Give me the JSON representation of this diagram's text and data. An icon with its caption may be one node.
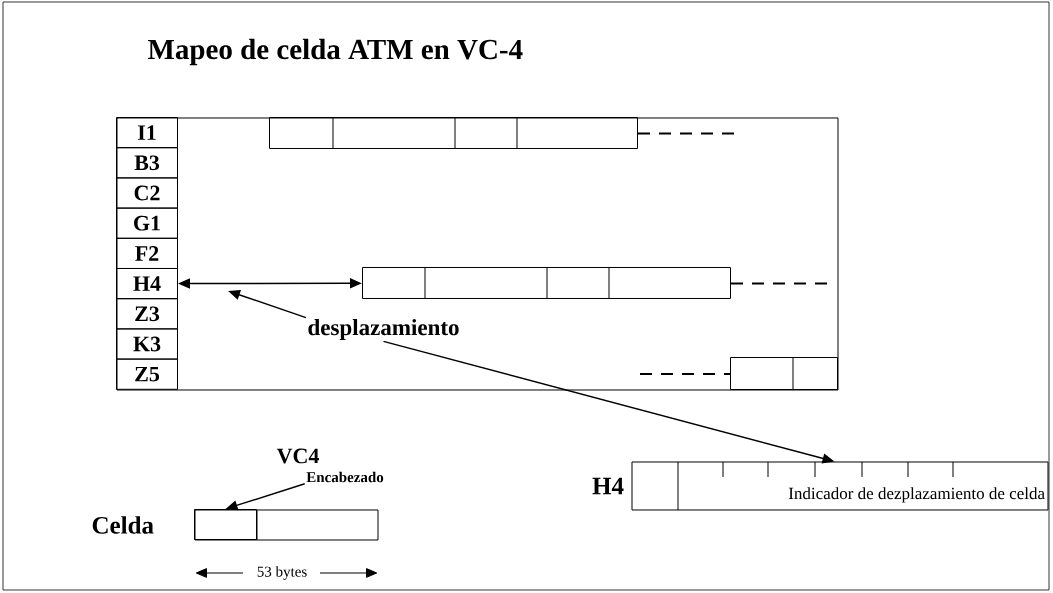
{
  "diagram": {
    "title": "Mapeo de celda ATM en VC-4",
    "nodes": [
      {
        "text": [],
        "shape": "box"
      },
      {
        "text": [
          "I1"
        ],
        "in": 0
      },
      {
        "text": [
          "B3"
        ],
        "in": 0
      },
      {
        "text": [
          "C2"
        ],
        "in": 0
      },
      {
        "text": [
          "G1"
        ],
        "in": 0
      },
      {
        "text": [
          "F2"
        ],
        "in": 0
      },
      {
        "text": [
          "H4"
        ],
        "in": 0
      },
      {
        "text": [
          "Z3"
        ],
        "in": 0
      },
      {
        "text": [
          "K3"
        ],
        "in": 0
      },
      {
        "text": [
          "Z5"
        ],
        "in": 0
      },
      {
        "text": [],
        "shape": "box",
        "in": 0
      },
      {
        "text": [],
        "shape": "box",
        "in": 0
      },
      {
        "text": [],
        "shape": "box",
        "in": 0
      },
      {
        "text": [
          "desplazamiento"
        ],
        "in": 0
      },
      {
        "text": [
          "Encabezado"
        ]
      },
      {
        "text": [],
        "shape": "box",
        "beside": [
          "Celda"
        ]
      },
      {
        "text": [],
        "shape": "box",
        "in": 15
      },
      {
        "text": [
          "Indicador de dezplazamiento de celda"
        ],
        "beside": [
          "H4"
        ]
      }
    ],
    "edges": [
      {
        "from": 6,
        "to": 11,
        "arrow": "both"
      },
      {
        "from": 13,
        "to": null,
        "arrow": "to"
      },
      {
        "from": 13,
        "to": 17,
        "arrow": "to"
      },
      {
        "from": 14,
        "to": 16,
        "arrow": "to"
      }
    ],
    "labels": [
      "VC4",
      "53 bytes"
    ]
  }
}
